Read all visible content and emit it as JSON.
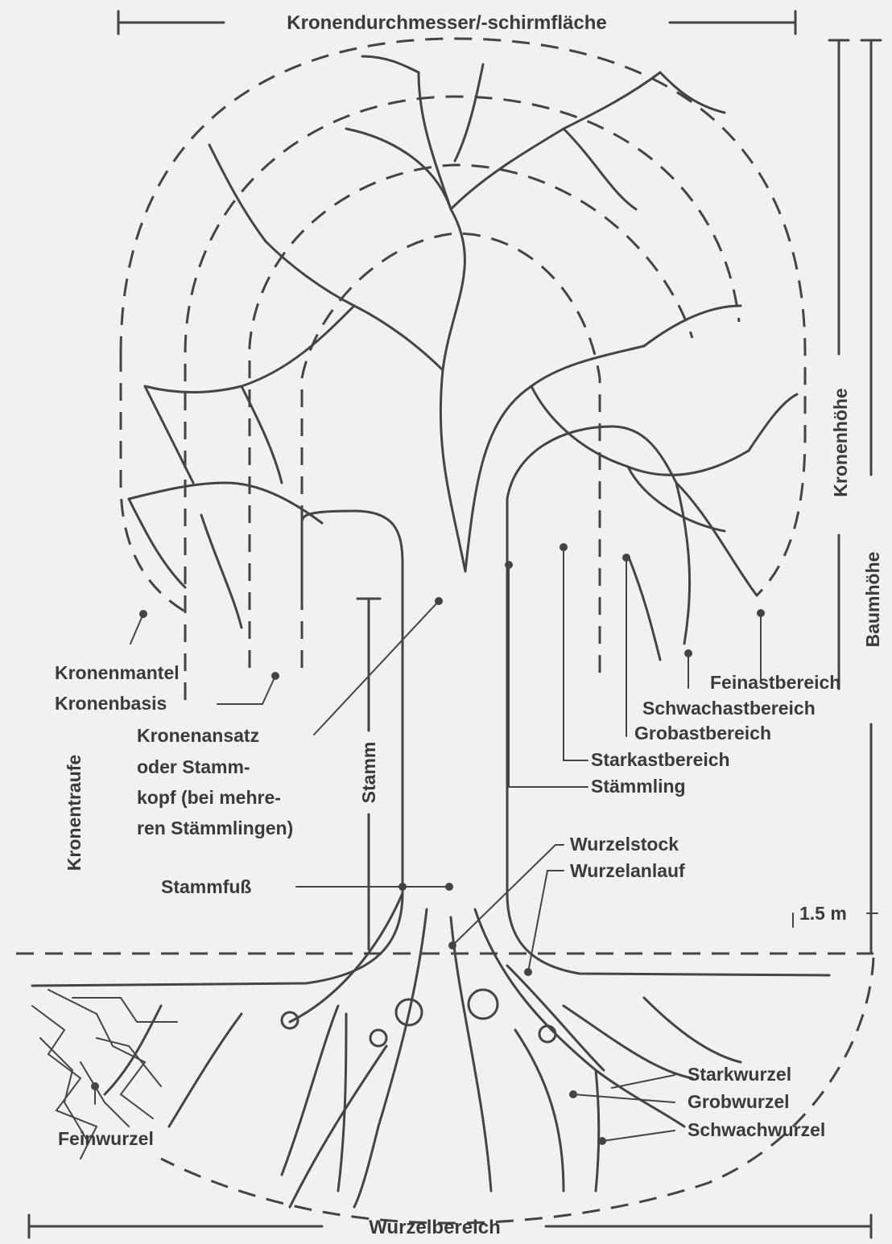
{
  "labels": {
    "crown_diameter": "Kronendurchmesser/-schirmfläche",
    "crown_height": "Kronenhöhe",
    "tree_height": "Baumhöhe",
    "crown_mantle": "Kronenmantel",
    "crown_base": "Kronenbasis",
    "crown_drip": "Kronentraufe",
    "crown_attach_1": "Kronenansatz",
    "crown_attach_2": "oder Stamm-",
    "crown_attach_3": "kopf (bei mehre-",
    "crown_attach_4": "ren Stämmlingen)",
    "trunk": "Stamm",
    "fine_branch": "Feinastbereich",
    "weak_branch": "Schwachastbereich",
    "coarse_branch": "Grobastbereich",
    "strong_branch": "Starkastbereich",
    "stem": "Stämmling",
    "root_stock": "Wurzelstock",
    "root_flare": "Wurzelanlauf",
    "trunk_foot": "Stammfuß",
    "height_marker": "1.5 m",
    "strong_root": "Starkwurzel",
    "coarse_root": "Grobwurzel",
    "weak_root": "Schwachwurzel",
    "fine_root": "Feinwurzel",
    "root_zone": "Wurzelbereich"
  }
}
